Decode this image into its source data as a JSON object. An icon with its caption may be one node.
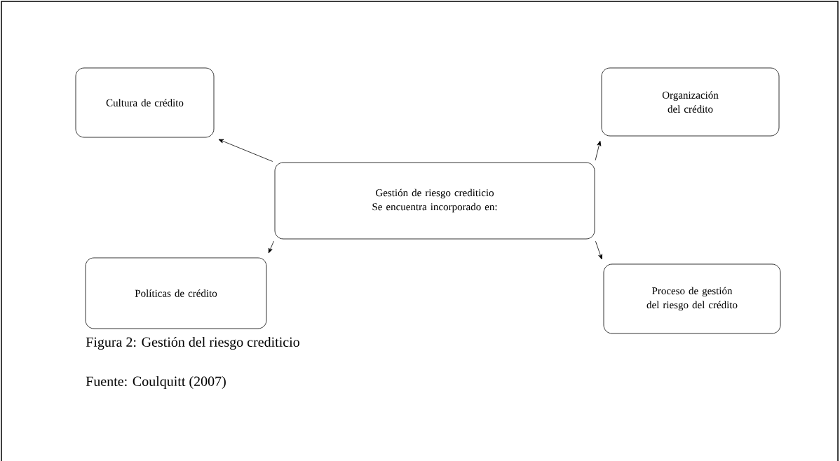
{
  "diagram": {
    "caption": "Figura 2: Gestión del riesgo crediticio",
    "nodes": [
      {
        "text": [
          "Cultura de crédito"
        ]
      },
      {
        "text": [
          "Organización del crédito"
        ]
      },
      {
        "text": [
          "Gestión de riesgo crediticio",
          "Se encuentra incorporado en:"
        ]
      },
      {
        "text": [
          "Políticas de crédito"
        ]
      },
      {
        "text": [
          "Proceso de gestión del riesgo del crédito"
        ]
      }
    ],
    "edges": [
      {
        "from": 2,
        "to": 0,
        "arrow": "to"
      },
      {
        "from": 2,
        "to": 1,
        "arrow": "to"
      },
      {
        "from": 2,
        "to": 3,
        "arrow": "to"
      },
      {
        "from": 2,
        "to": 4,
        "arrow": "to"
      }
    ],
    "labels": [
      "Fuente: Coulquitt (2007)"
    ]
  }
}
